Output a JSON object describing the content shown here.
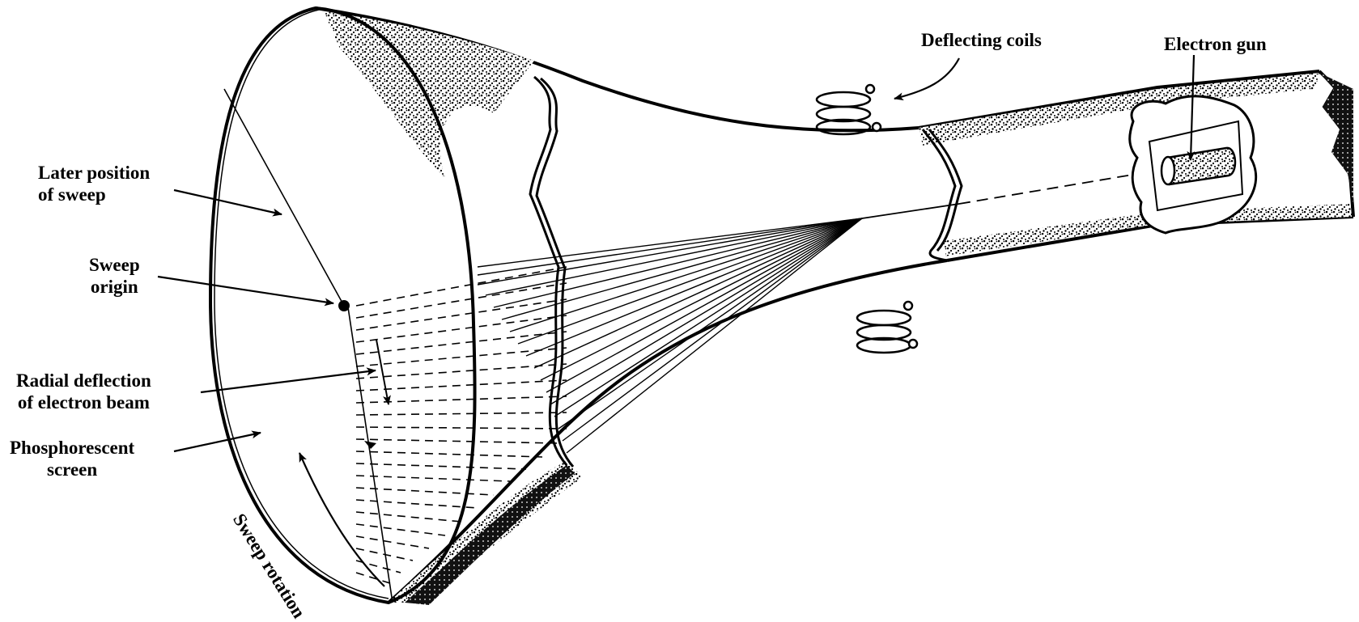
{
  "labels": {
    "deflecting_coils": "Deflecting coils",
    "electron_gun": "Electron gun",
    "later_position": [
      "Later position",
      "of sweep"
    ],
    "sweep_origin": [
      "Sweep",
      "origin"
    ],
    "radial_deflection": [
      "Radial deflection",
      "of electron beam"
    ],
    "phosphorescent_screen": [
      "Phosphorescent",
      "screen"
    ],
    "sweep_rotation": "Sweep rotation"
  },
  "colors": {
    "ink": "#000000",
    "paper": "#ffffff"
  }
}
